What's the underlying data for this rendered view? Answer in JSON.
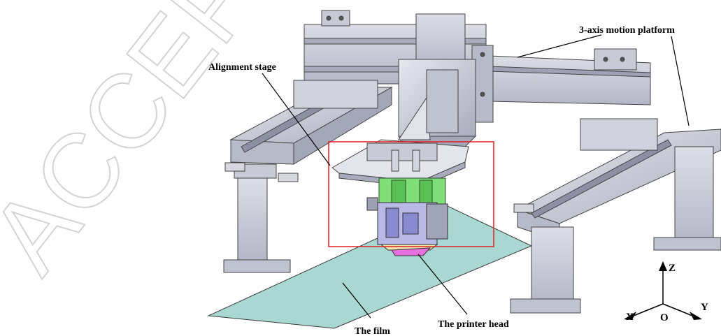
{
  "watermark": {
    "text": "ACCEPTED",
    "color": "#d8d8d8"
  },
  "labels": {
    "motion_platform": "3-axis motion platform",
    "alignment_stage": "Alignment stage",
    "printer_head": "The printer head",
    "film": "The film"
  },
  "axes": {
    "z": "Z",
    "y": "Y",
    "x": "X",
    "origin": "O"
  },
  "colors": {
    "metal": "#c9cbd6",
    "metal_dark": "#9ea1b3",
    "metal_light": "#e6e7ef",
    "film": "#a9d7d2",
    "green_part": "#7fe07a",
    "head_pink": "#e86fe0",
    "highlight_box": "#e02020"
  }
}
